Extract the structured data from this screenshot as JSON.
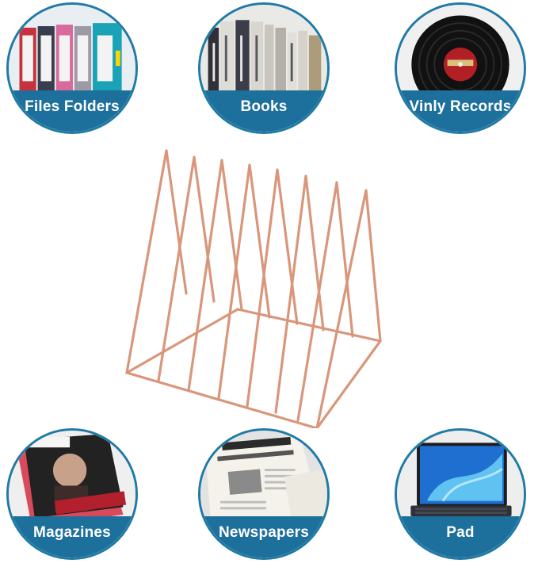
{
  "categories": [
    {
      "id": "files",
      "label": "Files Folders",
      "icon": "binder-icon"
    },
    {
      "id": "books",
      "label": "Books",
      "icon": "books-icon"
    },
    {
      "id": "vinyl",
      "label": "Vinly Records",
      "icon": "vinyl-record-icon"
    },
    {
      "id": "magazines",
      "label": "Magazines",
      "icon": "magazine-icon"
    },
    {
      "id": "newspapers",
      "label": "Newspapers",
      "icon": "newspaper-icon"
    },
    {
      "id": "pad",
      "label": "Pad",
      "icon": "tablet-icon"
    }
  ],
  "colors": {
    "band": "#1d6f9c",
    "ring": "#1f7aa6",
    "rack_wire": "#d9967a"
  }
}
